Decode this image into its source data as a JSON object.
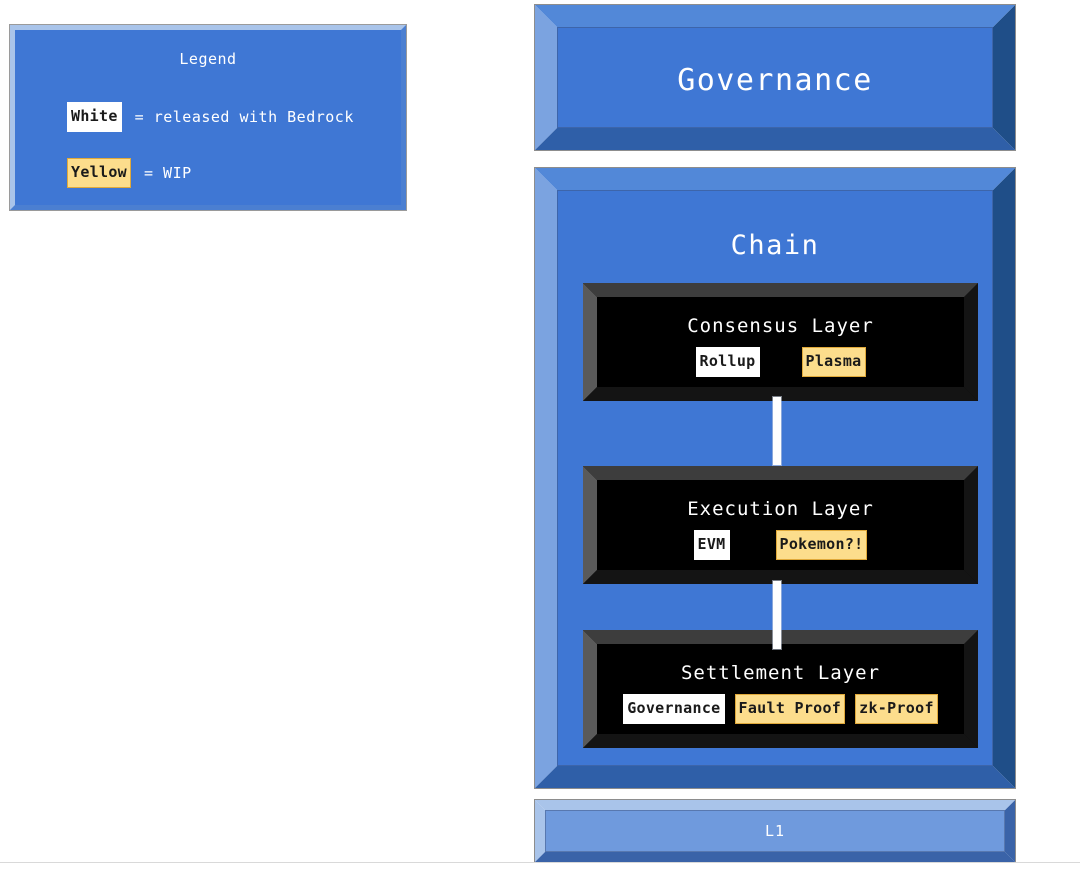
{
  "legend": {
    "title": "Legend",
    "rows": [
      {
        "badge": "White",
        "style": "white",
        "text": "= released with Bedrock"
      },
      {
        "badge": "Yellow",
        "style": "yellow",
        "text": "= WIP"
      }
    ]
  },
  "governance": {
    "title": "Governance"
  },
  "chain": {
    "title": "Chain",
    "layers": [
      {
        "title": "Consensus Layer",
        "chips": [
          {
            "label": "Rollup",
            "style": "white"
          },
          {
            "label": "Plasma",
            "style": "yellow"
          }
        ]
      },
      {
        "title": "Execution Layer",
        "chips": [
          {
            "label": "EVM",
            "style": "white"
          },
          {
            "label": "Pokemon?!",
            "style": "yellow"
          }
        ]
      },
      {
        "title": "Settlement Layer",
        "chips": [
          {
            "label": "Governance",
            "style": "white"
          },
          {
            "label": "Fault Proof",
            "style": "yellow"
          },
          {
            "label": "zk-Proof",
            "style": "yellow"
          }
        ]
      }
    ]
  },
  "l1": {
    "label": "L1"
  },
  "colors": {
    "blue_face": "#3f77d4",
    "blue_bevel_light": "#7ba3e0",
    "blue_bevel_top": "#5288d8",
    "blue_bevel_dark": "#1f4e88",
    "blue_bevel_bottom": "#2f5fa8",
    "l1_face": "#6f9add",
    "l1_bevel_light": "#a9c4ea",
    "l1_bevel_dark": "#3a63a8",
    "dark_face": "#000000",
    "dark_bevel_light": "#5a5a5a",
    "dark_bevel_dark": "#141414",
    "badge_white": "#ffffff",
    "badge_yellow": "#fcdd8c",
    "badge_yellow_border": "#e0a93a",
    "text_white": "#ffffff",
    "text_dark": "#1a1a1a",
    "page_background": "#ffffff",
    "rule": "#d9d9d9"
  }
}
